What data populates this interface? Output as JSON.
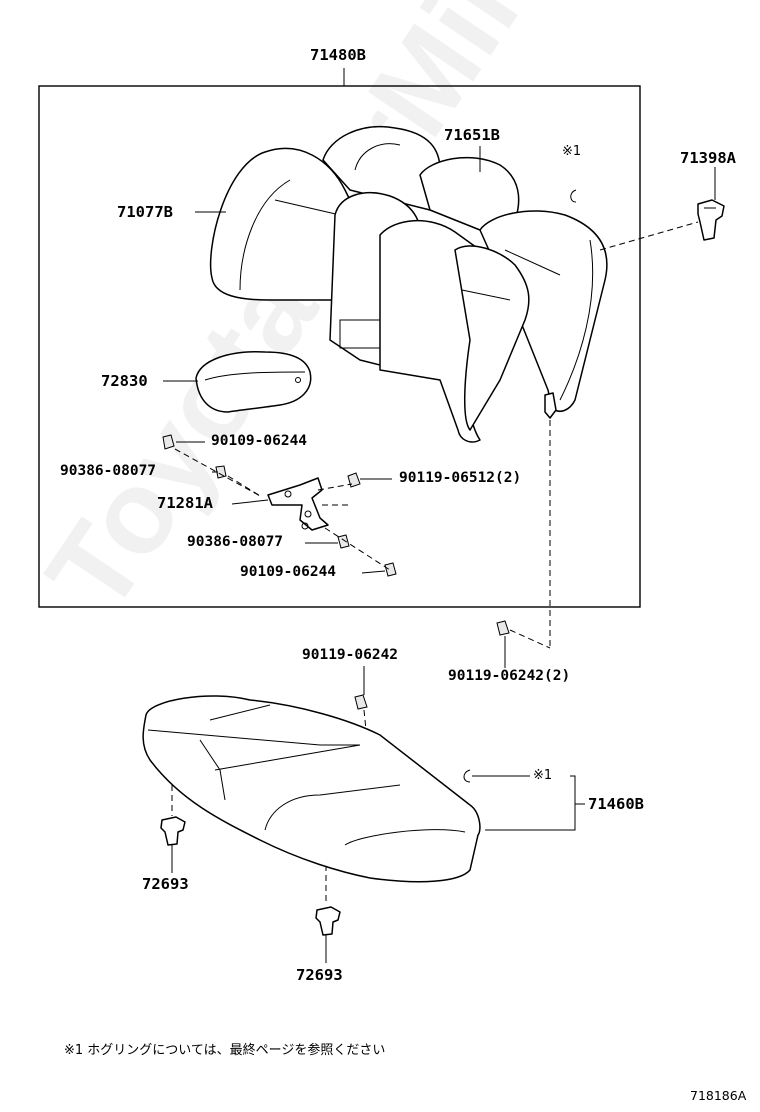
{
  "parts": {
    "assembly_back": "71480B",
    "cover_back_center": "71651B",
    "note_mark_top": "※1",
    "clip_top_right": "71398A",
    "cover_back_left": "71077B",
    "armrest": "72830",
    "bolt_a": "90109-06244",
    "nut_a": "90386-08077",
    "bolt_b": "90119-06512(2)",
    "hinge": "71281A",
    "nut_b": "90386-08077",
    "bolt_c": "90109-06244",
    "bolt_d": "90119-06242(2)",
    "bolt_e": "90119-06242",
    "note_mark_bottom": "※1",
    "cushion": "71460B",
    "clip_left": "72693",
    "clip_bottom": "72693"
  },
  "footnote": "※1  ホグリングについては、最終ページを参照ください",
  "diagram_code": "718186A",
  "watermark": "ToyotaCarMine.ru"
}
